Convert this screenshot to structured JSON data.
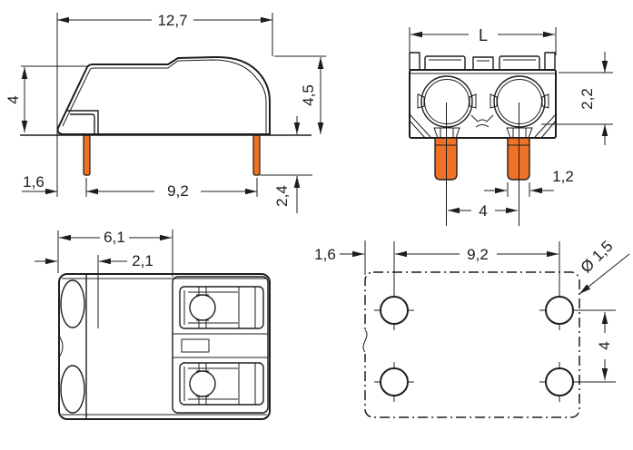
{
  "drawing": {
    "background": "#ffffff",
    "line_color": "#1d1d1b",
    "accent_orange": "#ee7125",
    "side_view": {
      "overall_width": "12,7",
      "height_front": "4",
      "height_back": "4,5",
      "edge_to_pin": "1,6",
      "pin_spacing": "9,2",
      "pin_length": "2,4"
    },
    "front_view": {
      "overall_length": "L",
      "clamp_depth": "2,2",
      "pin_width": "1,2",
      "pole_pitch": "4"
    },
    "top_view": {
      "overall_depth": "6,1",
      "opening_offset": "2,1"
    },
    "drilling_plan": {
      "edge_distance": "1,6",
      "hole_spacing": "9,2",
      "hole_diameter": "Ø 1,5",
      "row_spacing": "4"
    }
  }
}
